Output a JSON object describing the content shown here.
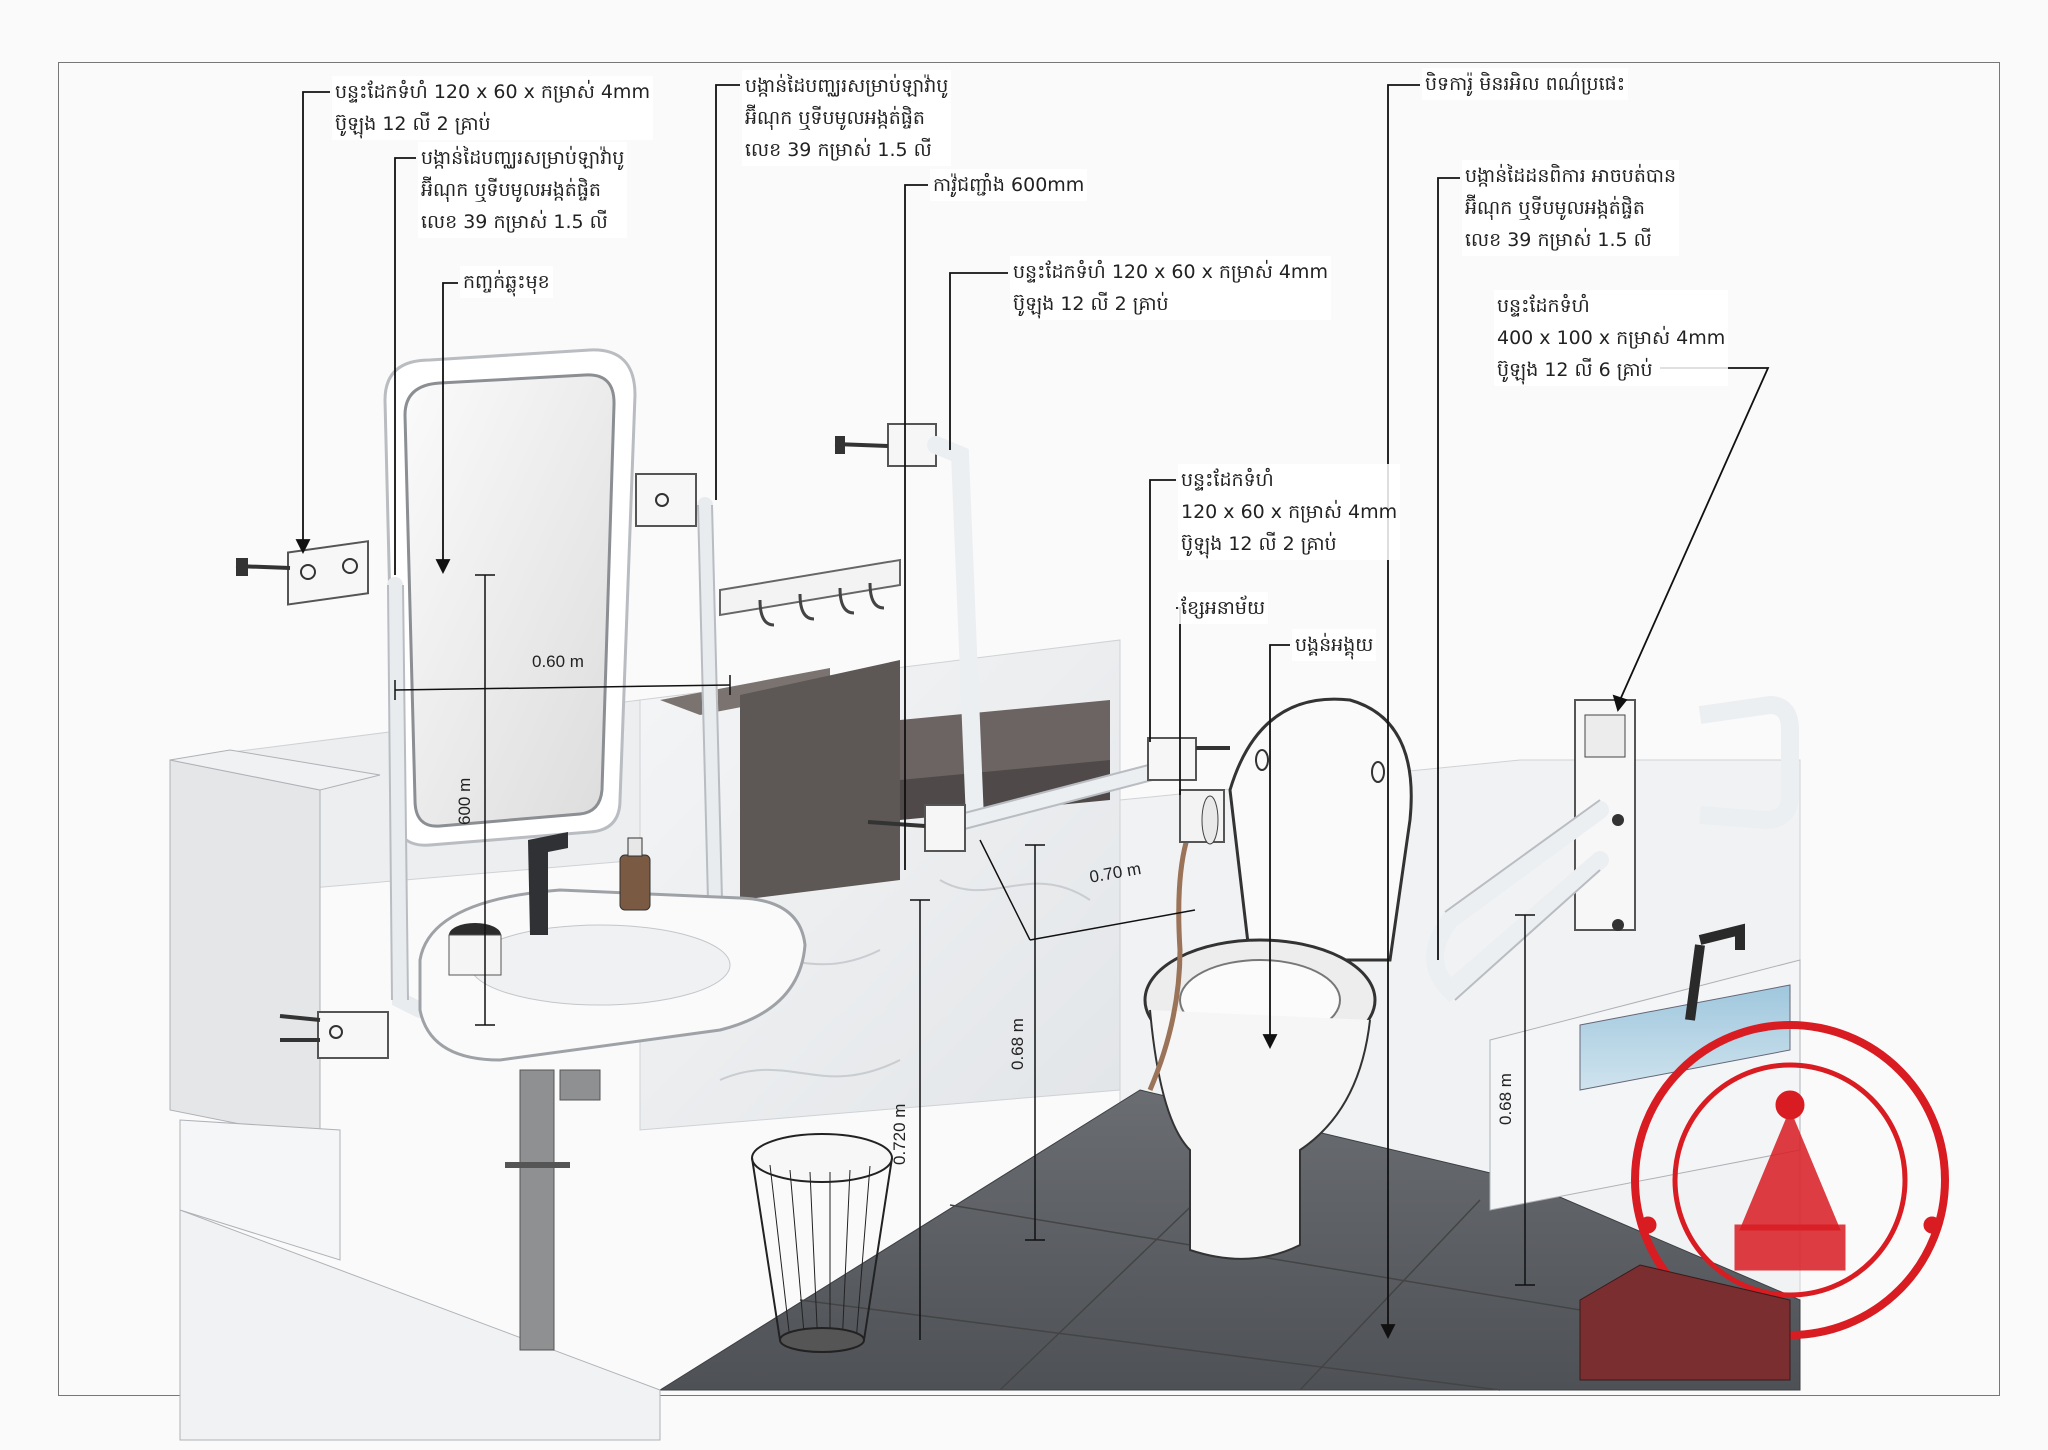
{
  "callouts": {
    "plate_top_left": [
      "បន្ទះដែកទំហំ 120 x 60 x កម្រាស់ 4mm",
      "ប៊ូឡុង 12 លី 2 គ្រាប់"
    ],
    "bar_left_long": [
      "បង្កាន់ដៃបញ្ឈរសម្រាប់ឡាវ៉ាបូ",
      "អ៊ីណុក ឬទីបមូលអង្កត់ផ្ចិត",
      "លេខ 39 កម្រាស់ 1.5 លី"
    ],
    "mirror": "កញ្ចក់ឆ្លុះមុខ",
    "bar_top_center": [
      "បង្កាន់ដៃបញ្ឈរសម្រាប់ឡាវ៉ាបូ",
      "អ៊ីណុក ឬទីបមូលអង្កត់ផ្ចិត",
      "លេខ 39 កម្រាស់ 1.5 លី"
    ],
    "wall_height": "កាវ៉ូជញ្ជាំង 600mm",
    "plate_center": [
      "បន្ទះដែកទំហំ 120 x 60 x កម្រាស់ 4mm",
      "ប៊ូឡុង 12 លី 2 គ្រាប់"
    ],
    "plate_toilet": [
      "បន្ទះដែកទំហំ",
      "120 x 60 x កម្រាស់ 4mm",
      "ប៊ូឡុង 12 លី 2 គ្រាប់"
    ],
    "hose": "ខ្សែអនាម័យ",
    "toilet": "បង្គន់អង្គុយ",
    "tile_right": "បិទការ៉ូ មិនរអិល ពណ៌ប្រផេះ",
    "bar_folding": [
      "បង្កាន់ដៃដនពិការ អាចបត់បាន",
      "អ៊ីណុក ឬទីបមូលអង្កត់ផ្ចិត",
      "លេខ 39 កម្រាស់ 1.5 លី"
    ],
    "plate_large": [
      "បន្ទះដែកទំហំ",
      "400 x 100 x កម្រាស់ 4mm",
      "ប៊ូឡុង 12 លី 6 គ្រាប់"
    ]
  },
  "dimensions": {
    "mirror_width": "0.60 m",
    "mirror_height": "600 m",
    "bar_spacing": "0.70 m",
    "sink_height": "0.720 m",
    "toilet_bar_height": "0.68 m",
    "right_bar_height": "0.68 m"
  },
  "colors": {
    "stamp": "#d81c22",
    "floor": "#5a5d62",
    "marble": "#eef0f2",
    "counter_top": "#6b6462",
    "fixture_white": "#f7f7f7",
    "pipe": "#8f9092"
  }
}
